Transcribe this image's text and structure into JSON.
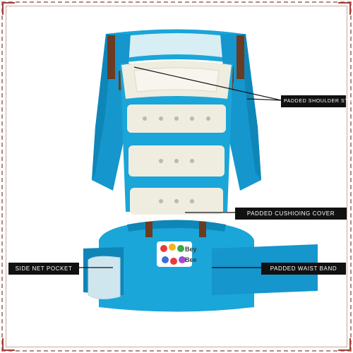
{
  "labels": {
    "shoulder_strap": "PADDED SHOULDER STRAP",
    "cushioning_cover": "PADDED CUSHIOING COVER",
    "waist_band": "PADDED WAIST BAND",
    "side_pocket": "SIDE NET POCKET"
  },
  "logo": {
    "line1": "Bey",
    "line2": "Bee"
  },
  "colors": {
    "carrier_blue": "#1aa6d8",
    "carrier_blue_dark": "#0f86b8",
    "mesh_cream": "#efece0",
    "strap_brown": "#6b3b22",
    "label_bg": "#111111",
    "frame": "#a0403a"
  }
}
